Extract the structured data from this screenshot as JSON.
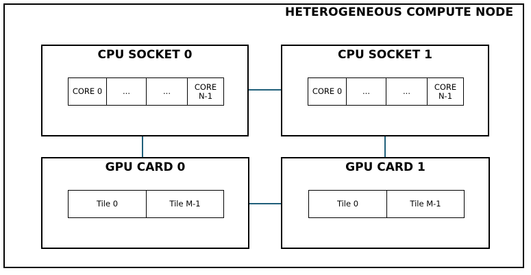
{
  "node": {
    "title": "HETEROGENEOUS COMPUTE NODE"
  },
  "cpu_sockets": [
    {
      "title": "CPU SOCKET 0",
      "cores": [
        "CORE 0",
        "...",
        "...",
        "CORE\nN-1"
      ]
    },
    {
      "title": "CPU SOCKET 1",
      "cores": [
        "CORE 0",
        "...",
        "...",
        "CORE\nN-1"
      ]
    }
  ],
  "gpu_cards": [
    {
      "title": "GPU CARD 0",
      "tiles": [
        "Tile 0",
        "Tile M-1"
      ]
    },
    {
      "title": "GPU CARD 1",
      "tiles": [
        "Tile 0",
        "Tile M-1"
      ]
    }
  ],
  "colors": {
    "link": "#1f5f7a",
    "border": "#000000"
  }
}
